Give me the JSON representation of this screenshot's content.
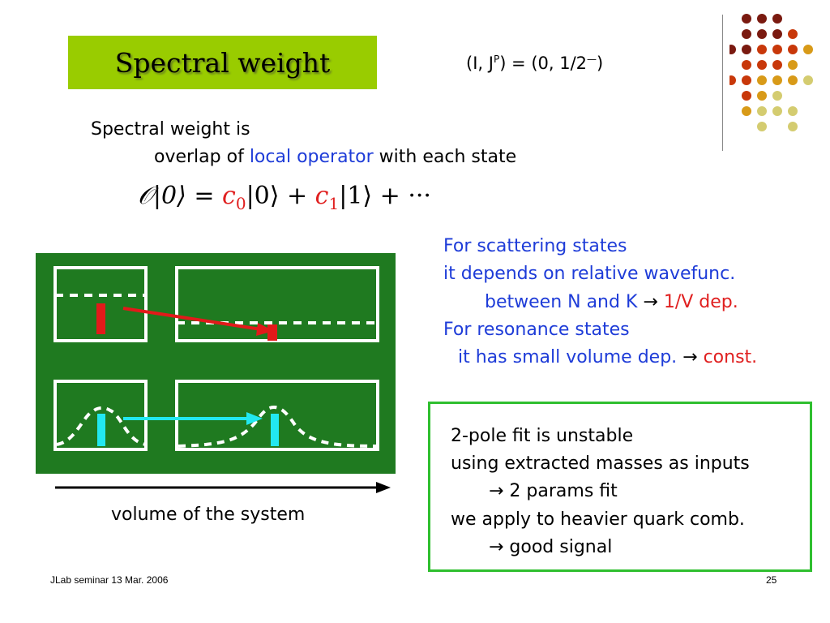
{
  "title": "Spectral weight",
  "quantum_numbers": {
    "prefix": "(I, J",
    "sup": "P",
    "suffix": ") = (0, 1/2",
    "parity": "—",
    "close": ")"
  },
  "intro": {
    "line1": "Spectral weight is",
    "line2_pre": "overlap of ",
    "line2_highlight": "local operator",
    "line2_post": " with each state"
  },
  "formula": {
    "operator": "𝒪|0⟩ = ",
    "c0": "c",
    "c0_sub": "0",
    "mid": "|0⟩ + ",
    "c1": "c",
    "c1_sub": "1",
    "end": "|1⟩ + ···"
  },
  "scattering": {
    "line1": "For scattering states",
    "line2": "it depends on relative wavefunc.",
    "line3_pre": "between N and K ",
    "arrow": "→",
    "line3_result": " 1/V dep.",
    "line4": "For resonance states",
    "line5_pre": "it has small volume dep. ",
    "line5_result": " const."
  },
  "diagram": {
    "axis_label": "volume of the system"
  },
  "fit_box": {
    "line1": "2-pole fit is unstable",
    "line2": "using extracted masses as inputs",
    "line3": "→ 2 params fit",
    "line4": "we apply to heavier quark comb.",
    "line5": "→ good signal"
  },
  "footer": {
    "left": "JLab seminar 13 Mar. 2006",
    "page": "25"
  },
  "colors": {
    "title_bg": "#99cc00",
    "panel_bg": "#1f7a20",
    "accent_blue": "#1e3cd8",
    "accent_red": "#e02020",
    "fit_border": "#2fbf2f",
    "dots": [
      "#7a1a10",
      "#c8380a",
      "#d89a18",
      "#d4cc70"
    ]
  }
}
